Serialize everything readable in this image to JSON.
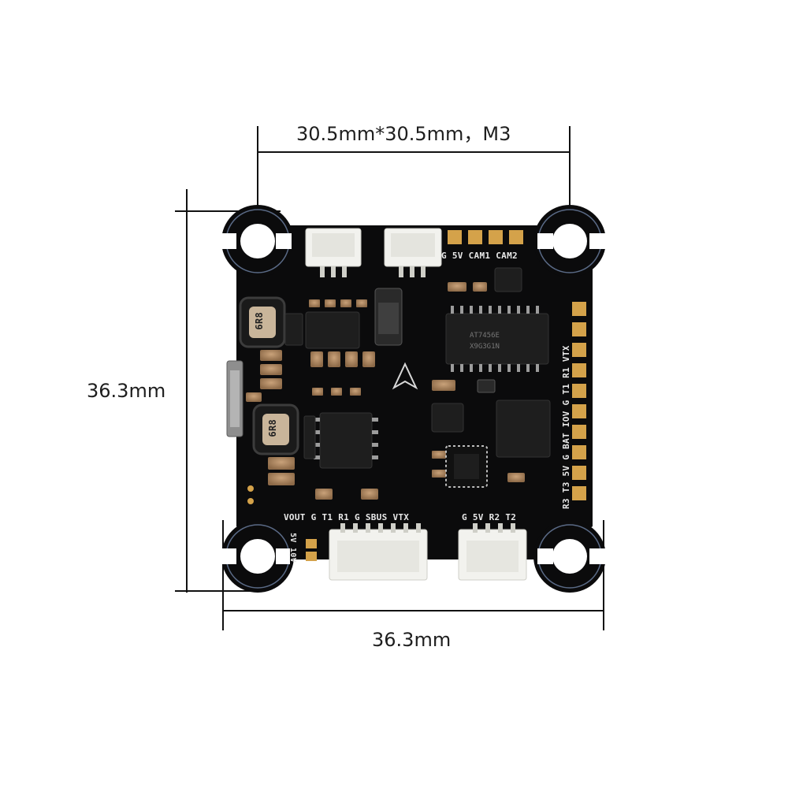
{
  "dimensions": {
    "top_label": "30.5mm*30.5mm，M3",
    "left_label": "36.3mm",
    "bottom_label": "36.3mm"
  },
  "board": {
    "top_pads_label": "G 5V CAM1 CAM2",
    "right_pads_label": "R3 T3 5V G BAT IOV G T1 R1 VTX",
    "bottom_left_label": "VOUT G T1 R1 G SBUS VTX",
    "bottom_right_label": "G 5V R2 T2",
    "corner_label": "5V 10V",
    "inductor_1_marking": "6R8",
    "inductor_2_marking": "6R8",
    "chip_1_marking": "AT7456E",
    "chip_1_code": "X9G3G1N"
  },
  "colors": {
    "pcb": "#0b0b0c",
    "gold_pad": "#d4a24a",
    "connector": "#f2f2ee",
    "dimension_line": "#111111"
  }
}
